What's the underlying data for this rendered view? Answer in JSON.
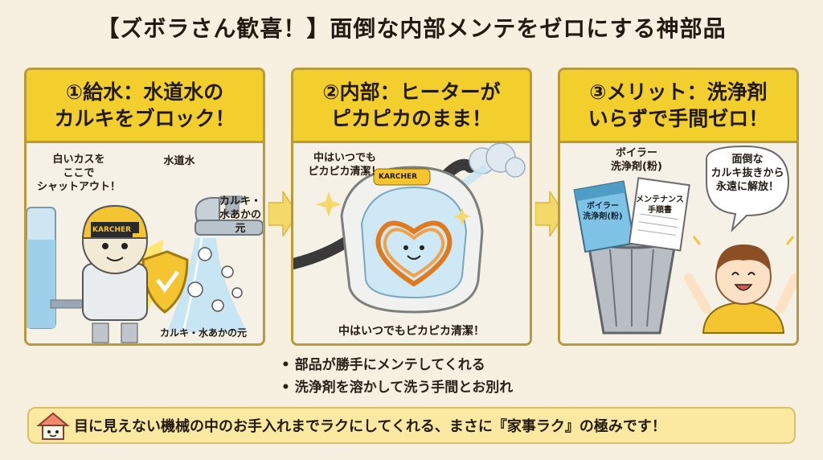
{
  "header": {
    "title": "【ズボラさん歓喜！】面倒な内部メンテをゼロにする神部品"
  },
  "panels": [
    {
      "title_line1": "①給水：水道水の",
      "title_line2": "カルキをブロック！",
      "labels": {
        "white_residue": [
          "白いカスを",
          "ここで",
          "シャットアウト！"
        ],
        "tap_water": "水道水",
        "limescale": [
          "カルキ・",
          "水あかの",
          "元"
        ],
        "bottom": "カルキ・水あかの元",
        "brand": "KARCHER"
      }
    },
    {
      "title_line1": "②内部：ヒーターが",
      "title_line2": "ピカピカのまま！",
      "labels": {
        "always_clean": [
          "中はいつでも",
          "ピカピカ清潔！"
        ],
        "bottom": "中はいつでもピカピカ清潔！",
        "brand": "KARCHER"
      }
    },
    {
      "title_line1": "③メリット：洗浄剤",
      "title_line2": "いらずで手間ゼロ！",
      "labels": {
        "cleaner_tag": [
          "ボイラー",
          "洗浄剤(粉)"
        ],
        "package": [
          "ボイラー",
          "洗浄剤(粉)"
        ],
        "manual": [
          "メンテナンス",
          "手順書"
        ],
        "speech": [
          "面倒な",
          "カルキ抜きから",
          "永遠に解放！"
        ]
      }
    }
  ],
  "bullets": [
    "部品が勝手にメンテしてくれる",
    "洗浄剤を溶かして洗う手間とお別れ"
  ],
  "banner": {
    "text": "目に見えない機械の中のお手入れまでラクにしてくれる、まさに『家事ラク』の極みです！"
  },
  "colors": {
    "panel_header": "#f3cf2e",
    "border": "#b89a3a",
    "banner": "#fbe9a2",
    "background": "#f7f0e1"
  },
  "icons": [
    "house-icon",
    "arrow-right-icon",
    "shield-icon",
    "faucet-icon",
    "steam-cleaner-icon",
    "heater-coil-icon",
    "trash-can-icon",
    "happy-child-icon"
  ]
}
